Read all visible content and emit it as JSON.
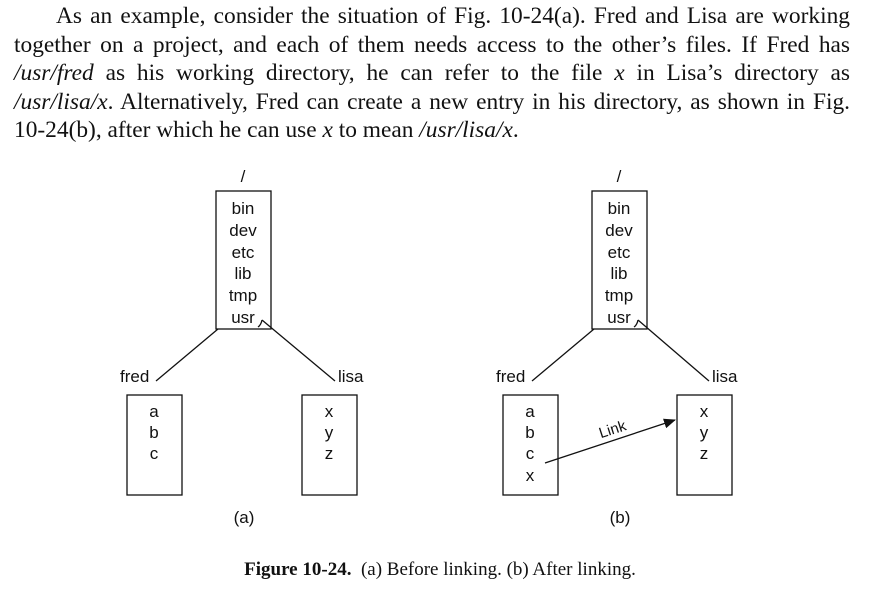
{
  "paragraph": {
    "t1": "As an example, consider the situation of Fig. 10-24(a). Fred and Lisa are working together on a project, and each of them needs access to the other’s files. If Fred has ",
    "p1": "/usr/fred",
    "t2": " as his working directory, he can refer to the file ",
    "v1": "x",
    "t3": " in Lisa’s directory as ",
    "p2": "/usr/lisa/x",
    "t4": ". Alternatively, Fred can create a new entry in his directory, as shown in Fig. 10-24(b), after which he can use ",
    "v2": "x",
    "t5": " to mean ",
    "p3": "/usr/lisa/x",
    "t6": "."
  },
  "figure": {
    "a": {
      "root_label": "/",
      "root_entries": [
        "bin",
        "dev",
        "etc",
        "lib",
        "tmp",
        "usr"
      ],
      "left_dir_label": "fred",
      "left_files": [
        "a",
        "b",
        "c"
      ],
      "right_dir_label": "lisa",
      "right_files": [
        "x",
        "y",
        "z"
      ],
      "panel_label": "(a)"
    },
    "b": {
      "root_label": "/",
      "root_entries": [
        "bin",
        "dev",
        "etc",
        "lib",
        "tmp",
        "usr"
      ],
      "left_dir_label": "fred",
      "left_files": [
        "a",
        "b",
        "c",
        "x"
      ],
      "right_dir_label": "lisa",
      "right_files": [
        "x",
        "y",
        "z"
      ],
      "link_label": "Link",
      "panel_label": "(b)"
    }
  },
  "caption": {
    "label": "Figure 10-24.",
    "text": "(a) Before linking. (b) After linking."
  }
}
